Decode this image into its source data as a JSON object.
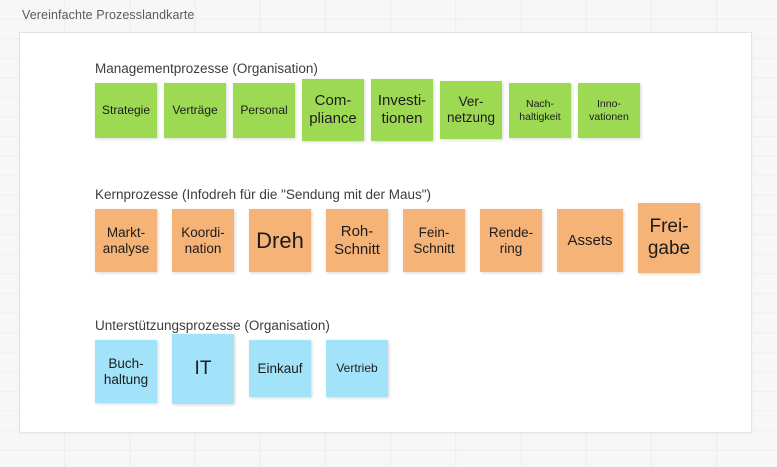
{
  "page": {
    "title": "Vereinfachte Prozesslandkarte",
    "background": "#f7f7f7",
    "card_background": "#ffffff"
  },
  "colors": {
    "management": "#9ed954",
    "core": "#f6b377",
    "support": "#a2e3fa"
  },
  "sections": [
    {
      "id": "management",
      "heading": "Managementprozesse (Organisation)",
      "color": "#9ed954",
      "boxes": [
        {
          "label": "Strategie"
        },
        {
          "label": "Verträge"
        },
        {
          "label": "Personal"
        },
        {
          "label": "Com-\npliance"
        },
        {
          "label": "Investi-\ntionen"
        },
        {
          "label": "Ver-\nnetzung"
        },
        {
          "label": "Nach-\nhaltigkeit"
        },
        {
          "label": "Inno-\nvationen"
        }
      ]
    },
    {
      "id": "core",
      "heading": "Kernprozesse (Infodreh für die \"Sendung mit der Maus\")",
      "color": "#f6b377",
      "boxes": [
        {
          "label": "Markt-\nanalyse"
        },
        {
          "label": "Koordi-\nnation"
        },
        {
          "label": "Dreh"
        },
        {
          "label": "Roh-\nSchnitt"
        },
        {
          "label": "Fein-\nSchnitt"
        },
        {
          "label": "Rende-\nring"
        },
        {
          "label": "Assets"
        },
        {
          "label": "Frei-\ngabe"
        }
      ]
    },
    {
      "id": "support",
      "heading": "Unterstützungsprozesse (Organisation)",
      "color": "#a2e3fa",
      "boxes": [
        {
          "label": "Buch-\nhaltung"
        },
        {
          "label": "IT"
        },
        {
          "label": "Einkauf"
        },
        {
          "label": "Vertrieb"
        }
      ]
    }
  ]
}
